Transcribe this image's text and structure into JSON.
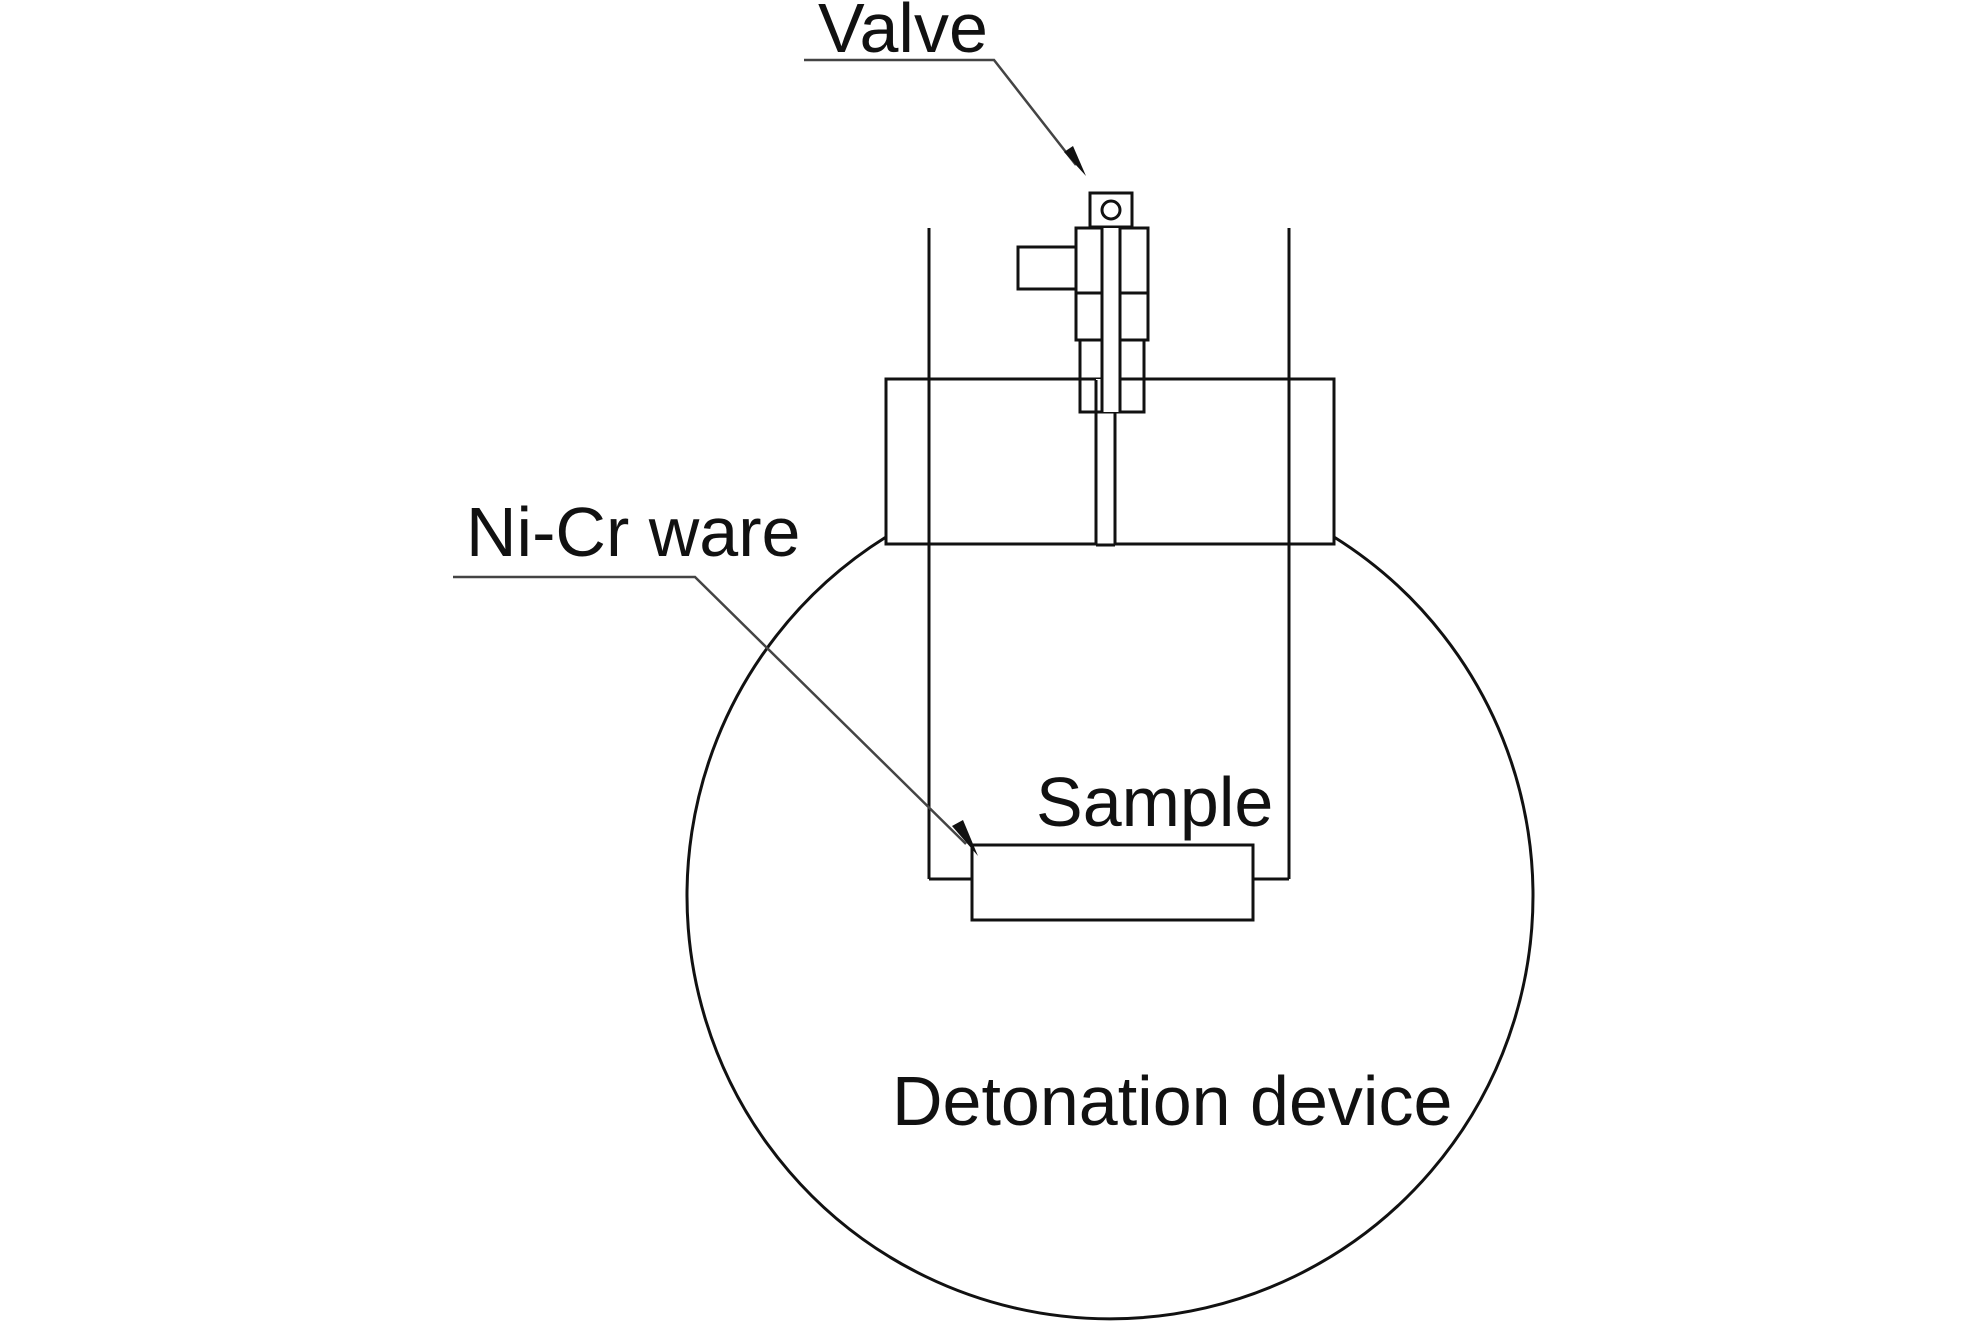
{
  "labels": {
    "valve": "Valve",
    "wire": "Ni-Cr ware",
    "sample": "Sample",
    "device": "Detonation device"
  },
  "colors": {
    "stroke": "#111111",
    "sample_fill": "#e8e8e8",
    "hatch": "#555555"
  }
}
